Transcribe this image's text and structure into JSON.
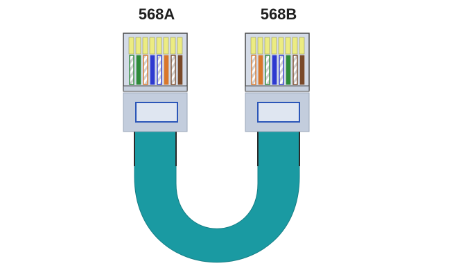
{
  "labels": {
    "left": "568A",
    "right": "568B"
  },
  "colors": {
    "cable": "#1a9aa2",
    "cable_edge": "#157e85",
    "plug_body": "#d4dbe7",
    "plug_outline": "#4a4a4a",
    "boot": "#c3cddd",
    "latch_window": "#dfe6f1",
    "latch_outline": "#2b56b8",
    "contact": "#ecec82"
  },
  "wiring": {
    "t568a": [
      {
        "name": "white-green",
        "color": "#2e8b3a",
        "striped": true
      },
      {
        "name": "green",
        "color": "#2e8b3a",
        "striped": false
      },
      {
        "name": "white-orange",
        "color": "#d9772a",
        "striped": true
      },
      {
        "name": "blue",
        "color": "#2e3ad0",
        "striped": false
      },
      {
        "name": "white-blue",
        "color": "#2e3ad0",
        "striped": true
      },
      {
        "name": "orange",
        "color": "#d9772a",
        "striped": false
      },
      {
        "name": "white-brown",
        "color": "#7a4a2a",
        "striped": true
      },
      {
        "name": "brown",
        "color": "#7a4a2a",
        "striped": false
      }
    ],
    "t568b": [
      {
        "name": "white-orange",
        "color": "#d9772a",
        "striped": true
      },
      {
        "name": "orange",
        "color": "#d9772a",
        "striped": false
      },
      {
        "name": "white-green",
        "color": "#2e8b3a",
        "striped": true
      },
      {
        "name": "blue",
        "color": "#2e3ad0",
        "striped": false
      },
      {
        "name": "white-blue",
        "color": "#2e3ad0",
        "striped": true
      },
      {
        "name": "green",
        "color": "#2e8b3a",
        "striped": false
      },
      {
        "name": "white-brown",
        "color": "#7a4a2a",
        "striped": true
      },
      {
        "name": "brown",
        "color": "#7a4a2a",
        "striped": false
      }
    ]
  }
}
